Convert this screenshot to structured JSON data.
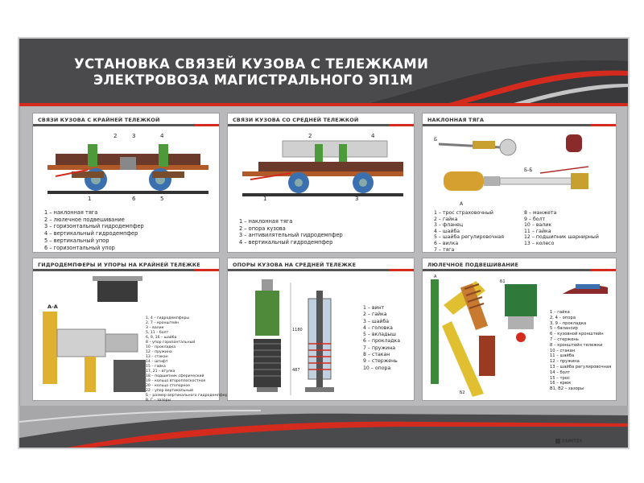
{
  "poster": {
    "title_line1": "УСТАНОВКА СВЯЗЕЙ КУЗОВА С ТЕЛЕЖКАМИ",
    "title_line2": "ЭЛЕКТРОВОЗА МАГИСТРАЛЬНОГО ЭП1М",
    "brand": "ZAMITZA",
    "colors": {
      "frame": "#b9b9bb",
      "header": "#4a4a4c",
      "accent": "#d52b1e",
      "panel": "#ffffff"
    }
  },
  "panels": [
    {
      "title": "СВЯЗИ КУЗОВА С КРАЙНЕЙ ТЕЛЕЖКОЙ",
      "legend": [
        "1 – наклонная тяга",
        "2 – люлечное подвешивание",
        "3 – горизонтальный гидродемпфер",
        "4 – вертикальный гидродемпфер",
        "5 – вертикальный упор",
        "6 – горизонтальный упор"
      ],
      "callouts": [
        "1",
        "2",
        "3",
        "4",
        "5",
        "6"
      ]
    },
    {
      "title": "СВЯЗИ КУЗОВА СО СРЕДНЕЙ ТЕЛЕЖКОЙ",
      "legend": [
        "1 – наклонная тяга",
        "2 – опора кузова",
        "3 – антивилятельный гидродемпфер",
        "4 – вертикальный гидродемпфер"
      ],
      "callouts": [
        "1",
        "2",
        "3",
        "4"
      ]
    },
    {
      "title": "НАКЛОННАЯ ТЯГА",
      "legend_left": [
        "1 – трос страховочный",
        "2 – гайка",
        "3 – фланец",
        "4 – шайба",
        "5 – шайба регулировочная",
        "6 – вилка",
        "7 – тяга"
      ],
      "legend_right": [
        "8 – манжета",
        "9 – болт",
        "10 – валик",
        "11 – гайка",
        "12 – подшипник шарнирный",
        "13 – колесо"
      ],
      "labels": [
        "Б",
        "А",
        "Б-Б"
      ]
    },
    {
      "title": "ГИДРОДЕМПФЕРЫ И УПОРЫ НА КРАЙНЕЙ ТЕЛЕЖКЕ",
      "section_label": "А-А",
      "legend": [
        "1, 4 – гидродемпферы",
        "2, 7 – кронштейн",
        "3 – валик",
        "5, 11 – болт",
        "6, 9, 16 – шайба",
        "8 – упор горизонтальный",
        "10 – прокладка",
        "12 – пружина",
        "13 – стакан",
        "14 – штифт",
        "15 – гайка",
        "17, 21 – втулка",
        "18 – подшипник сферический",
        "19 – кольцо второплоскостное",
        "20 – кольцо стопорное",
        "22 – упор вертикальный",
        "Б – размер вертикального гидродемпфера",
        "В, Г – зазоры"
      ]
    },
    {
      "title": "ОПОРЫ КУЗОВА НА СРЕДНЕЙ ТЕЛЕЖКЕ",
      "legend": [
        "1 – винт",
        "2 – гайка",
        "3 – шайба",
        "4 – головка",
        "5 – вкладыш",
        "6 – прокладка",
        "7 – пружина",
        "8 – стакан",
        "9 – стержень",
        "10 – опора"
      ],
      "dims": [
        "1180",
        "487"
      ]
    },
    {
      "title": "ЛЮЛЕЧНОЕ ПОДВЕШИВАНИЕ",
      "legend": [
        "1 – гайка",
        "2, 4 – опора",
        "3, 9 – прокладка",
        "5 – балансир",
        "6 – кузовной кронштейн",
        "7 – стержень",
        "8 – кронштейн тележки",
        "10 – стакан",
        "11 – шайба",
        "12 – пружина",
        "13 – шайба регулировочная",
        "14 – болт",
        "15 – трос",
        "16 – крюк",
        "В1, В2 – зазоры"
      ],
      "labels": [
        "Б1",
        "Б2",
        "А"
      ]
    }
  ]
}
